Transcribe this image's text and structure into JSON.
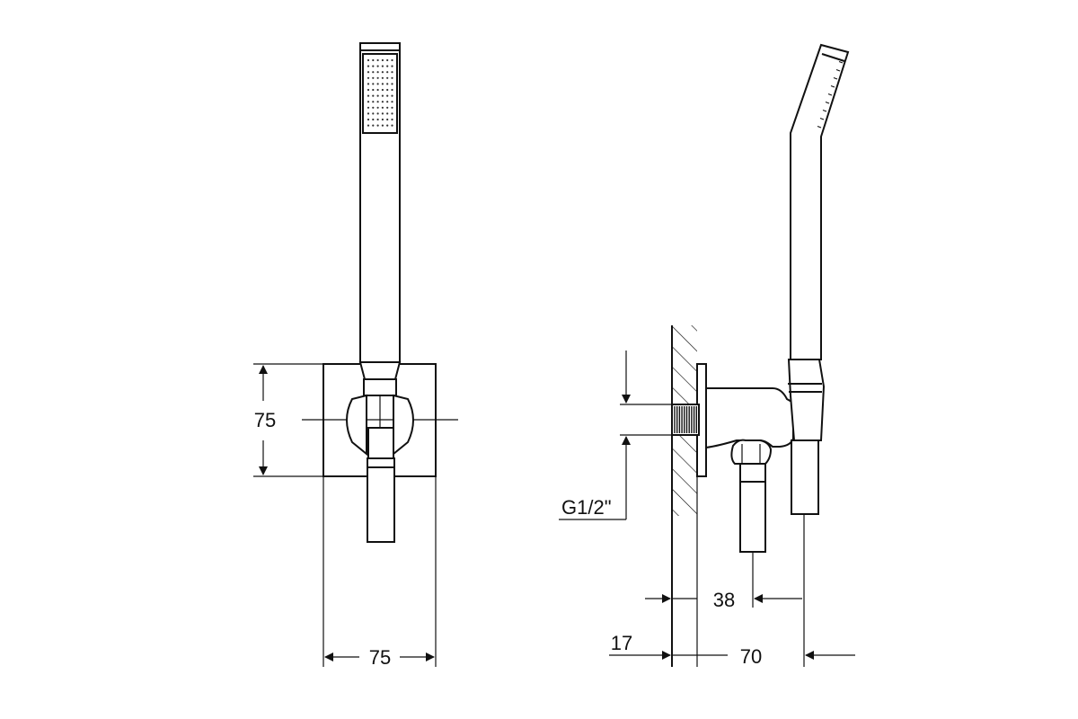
{
  "dimensions": {
    "front_height": "75",
    "front_width": "75",
    "thread": "G1/2\"",
    "outlet_offset": "38",
    "wall_depth": "17",
    "projection": "70"
  },
  "colors": {
    "line": "#111111",
    "background": "#ffffff"
  }
}
